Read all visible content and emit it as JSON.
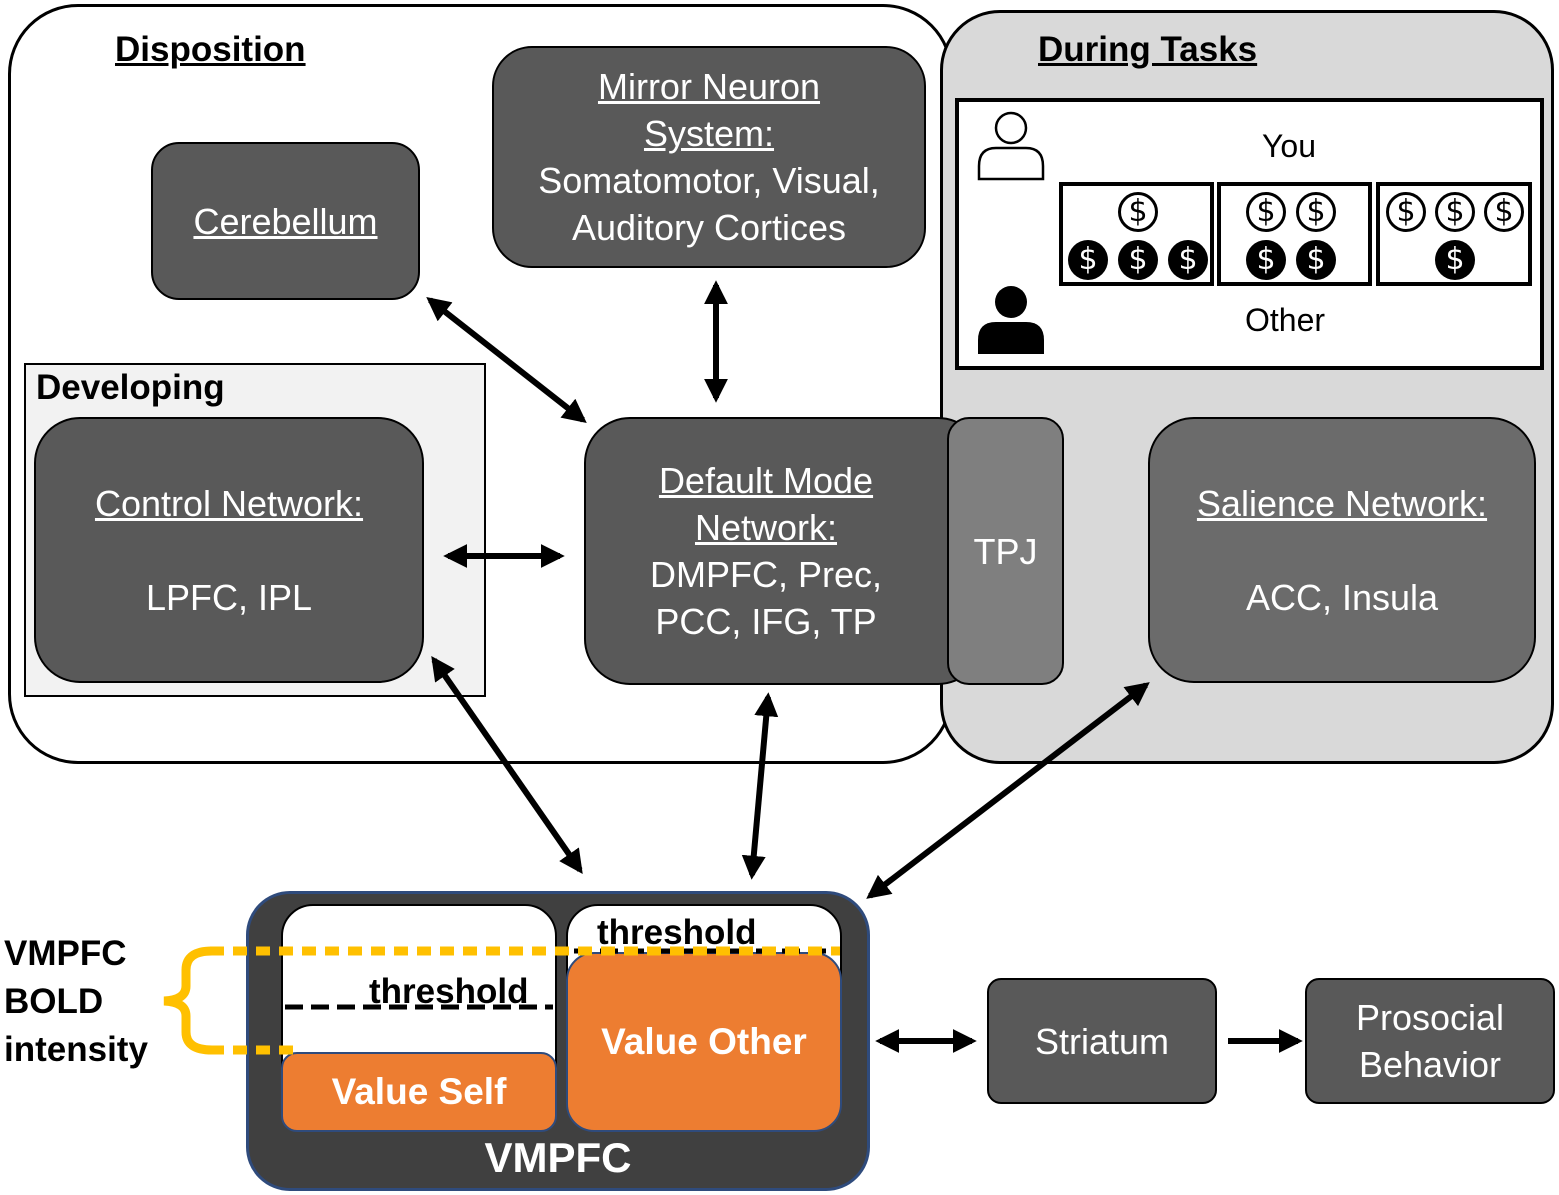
{
  "regions": {
    "disposition": "Disposition",
    "during_tasks": "During Tasks",
    "developing": "Developing"
  },
  "nodes": {
    "cerebellum": "Cerebellum",
    "mirror_neuron": {
      "title_1": "Mirror Neuron",
      "title_2": "System:",
      "line_1": "Somatomotor, Visual,",
      "line_2": "Auditory Cortices"
    },
    "control_network": {
      "title": "Control Network:",
      "areas": "LPFC, IPL"
    },
    "default_mode": {
      "title_1": "Default Mode",
      "title_2": "Network:",
      "line_1": "DMPFC, Prec,",
      "line_2": "PCC, IFG, TP"
    },
    "tpj": "TPJ",
    "salience_network": {
      "title": "Salience Network:",
      "areas": "ACC, Insula"
    },
    "striatum": "Striatum",
    "prosocial": {
      "line_1": "Prosocial",
      "line_2": "Behavior"
    }
  },
  "task": {
    "you_label": "You",
    "other_label": "Other",
    "coin_symbol": "$",
    "options": [
      {
        "you": 1,
        "other": 3
      },
      {
        "you": 2,
        "other": 2
      },
      {
        "you": 3,
        "other": 1
      }
    ]
  },
  "vmpfc": {
    "label": "VMPFC",
    "value_self": "Value Self",
    "value_other": "Value Other",
    "threshold_left": "threshold",
    "threshold_right": "threshold",
    "bold_label_1": "VMPFC",
    "bold_label_2": "BOLD",
    "bold_label_3": "intensity"
  },
  "colors": {
    "node_fill": "#595959",
    "tasks_panel": "#d9d9d9",
    "developing_panel": "#f2f2f2",
    "vmpfc_fill": "#404040",
    "orange": "#ed7d31",
    "bracket_yellow": "#ffc000"
  }
}
